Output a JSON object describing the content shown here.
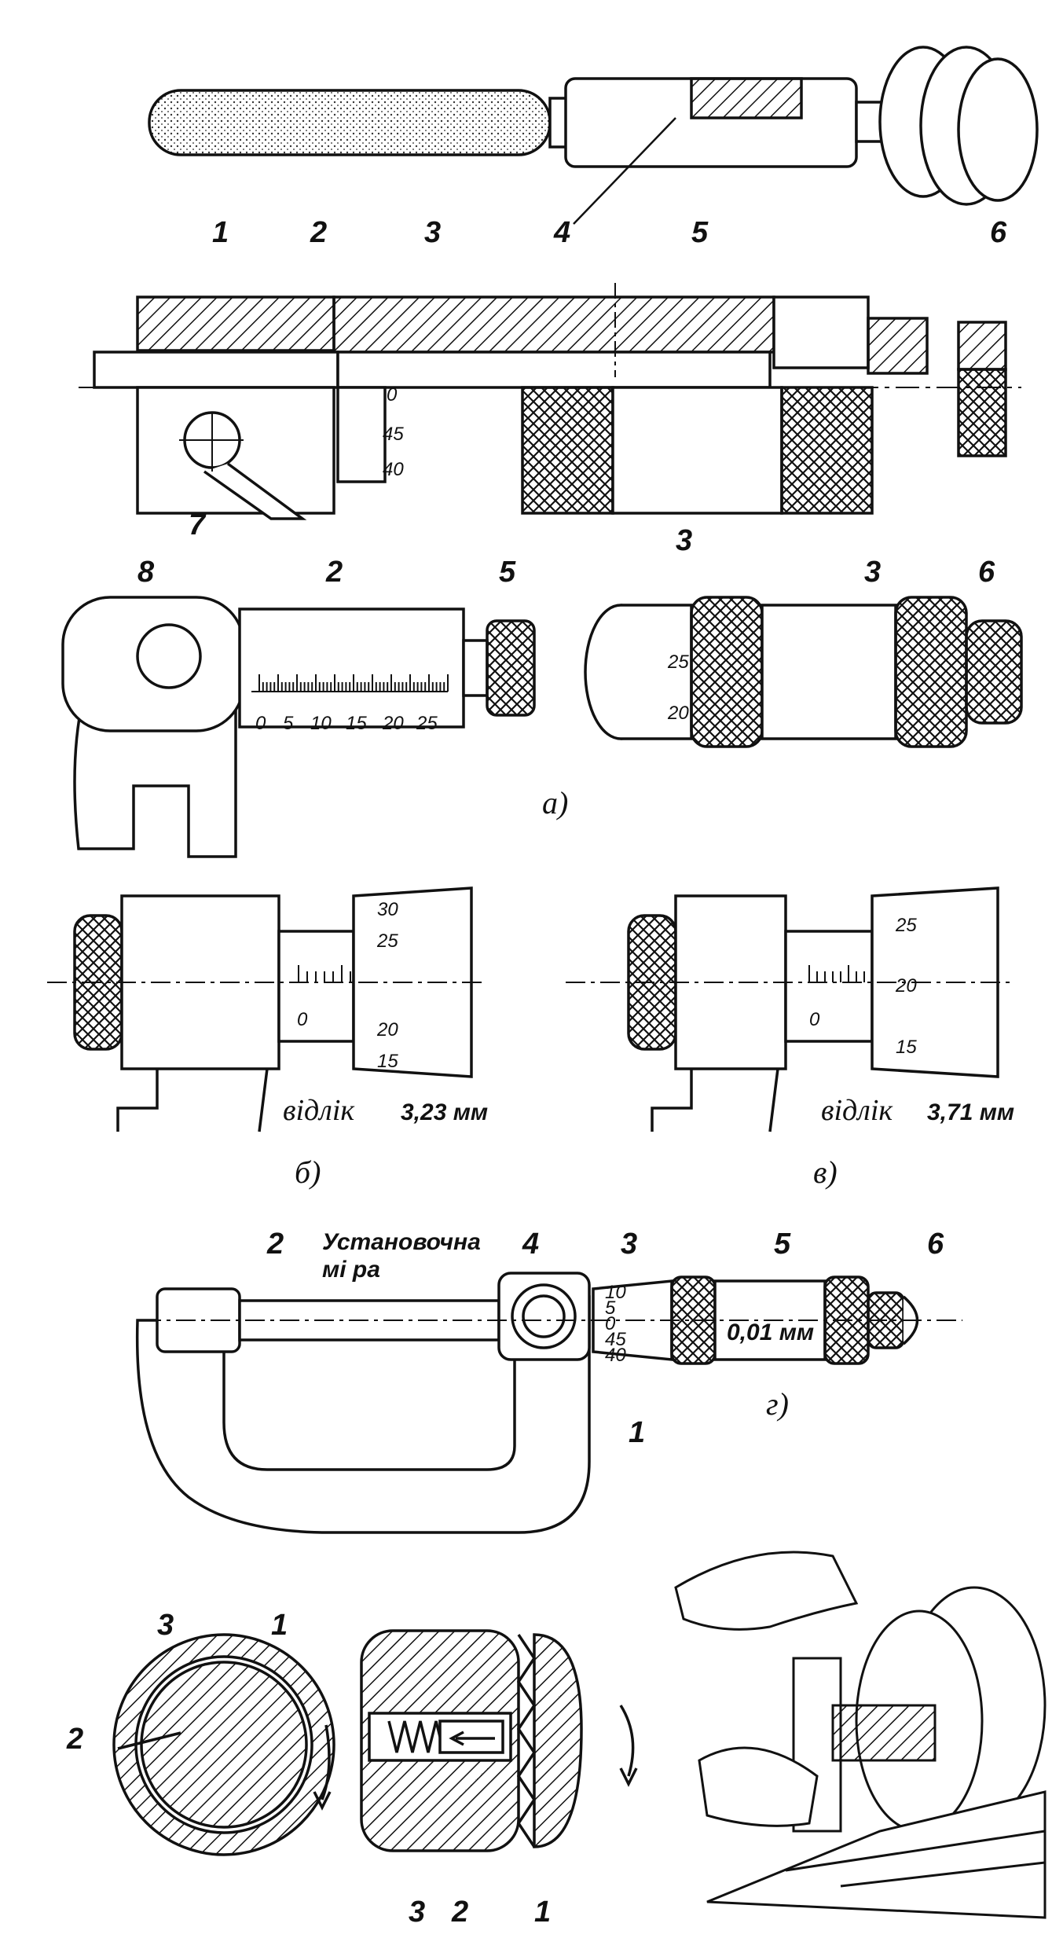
{
  "section_top": {
    "parts": [
      "1",
      "2",
      "3",
      "4",
      "5",
      "6",
      "7",
      "3"
    ],
    "thimble_scale": [
      "0",
      "45",
      "40"
    ]
  },
  "section_mid": {
    "parts": [
      "8",
      "2",
      "5",
      "3",
      "6"
    ],
    "sleeve_scale": [
      "0",
      "5",
      "10",
      "15",
      "20",
      "25"
    ],
    "thimble_scale": [
      "25",
      "20"
    ],
    "sublabel": "а)"
  },
  "readings": [
    {
      "thimble_scale": [
        "30",
        "25",
        "20",
        "15"
      ],
      "sleeve_zero": "0",
      "caption": "відлік",
      "value": "3,23 мм",
      "sublabel": "б)"
    },
    {
      "thimble_scale": [
        "25",
        "20",
        "15"
      ],
      "sleeve_zero": "0",
      "caption": "відлік",
      "value": "3,71 мм",
      "sublabel": "в)"
    }
  ],
  "section_g": {
    "parts": [
      "2",
      "4",
      "3",
      "5",
      "6",
      "1"
    ],
    "gauge_label_1": "Установочна",
    "gauge_label_2": "мі ра",
    "thimble_scale": [
      "10",
      "5",
      "0",
      "45",
      "40"
    ],
    "division_note": "0,01 мм",
    "sublabel": "г)"
  },
  "ratchet": {
    "circle_parts": [
      "3",
      "1",
      "2"
    ],
    "section_parts": [
      "3",
      "2",
      "1"
    ]
  }
}
